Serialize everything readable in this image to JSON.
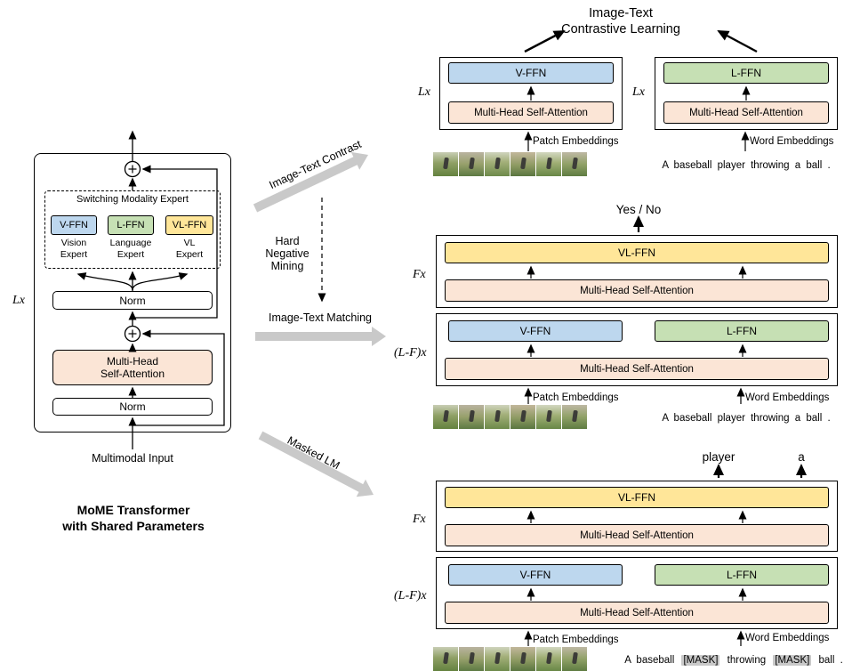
{
  "left": {
    "repeat_label": "Lx",
    "switch_label": "Switching Modality Expert",
    "experts": [
      {
        "name": "V-FFN",
        "role": "Vision\nExpert"
      },
      {
        "name": "L-FFN",
        "role": "Language\nExpert"
      },
      {
        "name": "VL-FFN",
        "role": "VL\nExpert"
      }
    ],
    "norm_upper": "Norm",
    "attention": "Multi-Head\nSelf-Attention",
    "norm_lower": "Norm",
    "input_label": "Multimodal Input",
    "caption": "MoME Transformer\nwith Shared Parameters"
  },
  "flows": {
    "contrast_label": "Image-Text Contrast",
    "hard_negative_label": "Hard\nNegative\nMining",
    "matching_label": "Image-Text Matching",
    "masked_lm_label": "Masked LM"
  },
  "contrastive": {
    "title": "Image-Text\nContrastive Learning",
    "vision_repeat": "Lx",
    "vision_ffn": "V-FFN",
    "vision_attention": "Multi-Head Self-Attention",
    "patch_embeddings_label": "Patch Embeddings",
    "language_repeat": "Lx",
    "language_ffn": "L-FFN",
    "language_attention": "Multi-Head Self-Attention",
    "word_embeddings_label": "Word Embeddings",
    "sentence": "A baseball player throwing a ball ."
  },
  "matching": {
    "output_label": "Yes / No",
    "fusion_repeat": "Fx",
    "fusion_ffn": "VL-FFN",
    "fusion_attention": "Multi-Head Self-Attention",
    "split_repeat": "(L-F)x",
    "vision_ffn": "V-FFN",
    "language_ffn": "L-FFN",
    "split_attention": "Multi-Head Self-Attention",
    "patch_embeddings_label": "Patch Embeddings",
    "word_embeddings_label": "Word Embeddings",
    "sentence": "A baseball player throwing a ball ."
  },
  "masked_lm": {
    "output_token_1": "player",
    "output_token_2": "a",
    "fusion_repeat": "Fx",
    "fusion_ffn": "VL-FFN",
    "fusion_attention": "Multi-Head Self-Attention",
    "split_repeat": "(L-F)x",
    "vision_ffn": "V-FFN",
    "language_ffn": "L-FFN",
    "split_attention": "Multi-Head Self-Attention",
    "patch_embeddings_label": "Patch Embeddings",
    "word_embeddings_label": "Word Embeddings",
    "sentence_part_1": "A baseball",
    "mask_token_1": "[MASK]",
    "sentence_part_2": "throwing",
    "mask_token_2": "[MASK]",
    "sentence_part_3": "ball ."
  },
  "colors": {
    "vision_ffn_fill": "#bdd7ee",
    "language_ffn_fill": "#c6e0b4",
    "vl_ffn_fill": "#ffe699",
    "attention_fill": "#fbe5d6",
    "flow_arrow_fill": "#c9c9c9",
    "mask_highlight": "#c9c9c9"
  }
}
